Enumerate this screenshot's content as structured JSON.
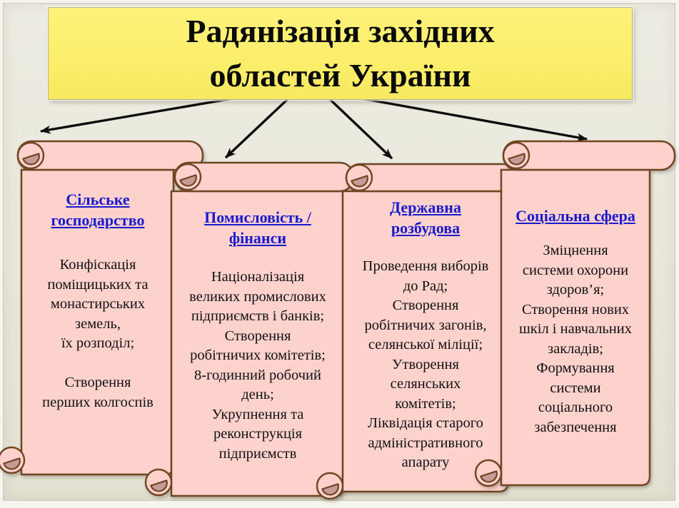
{
  "slide": {
    "title": "Радянізація західних\nобластей України"
  },
  "columns": [
    {
      "id": "agriculture",
      "heading": "Сільське\nгосподарство",
      "body": "Конфіскація\nпоміщицьких та\nмонастирських\nземель,\nїх розподіл;\n\nСтворення\nперших колгоспів"
    },
    {
      "id": "industry-finance",
      "heading": "Помисловість /\nфінанси",
      "body": "Націоналізація\nвеликих промислових\nпідприємств і банків;\nСтворення\nробітничих комітетів;\n8-годинний робочий\nдень;\nУкрупнення та\nреконструкція\nпідприємств"
    },
    {
      "id": "state-building",
      "heading": "Державна\nрозбудова",
      "body": "Проведення виборів\nдо Рад;\nСтворення\nробітничих загонів,\nселянської міліції;\nУтворення\nселянських\nкомітетів;\nЛіквідація старого\nадміністративного\nапарату"
    },
    {
      "id": "social-sphere",
      "heading": "Соціальна сфера",
      "body": "Зміцнення\nсистеми охорони\nздоров’я;\nСтворення нових\nшкіл і навчальних\nзакладів;\nФормування\nсистеми\nсоціального\nзабезпечення"
    }
  ],
  "colors": {
    "background": "#e9e7db",
    "title_fill": "#fbee6b",
    "scroll_fill": "#fdd2cd",
    "scroll_border": "#6f4523",
    "curl_fill": "#c69b97",
    "heading_color": "#1a1acd",
    "arrow_color": "#0d0d0d"
  }
}
